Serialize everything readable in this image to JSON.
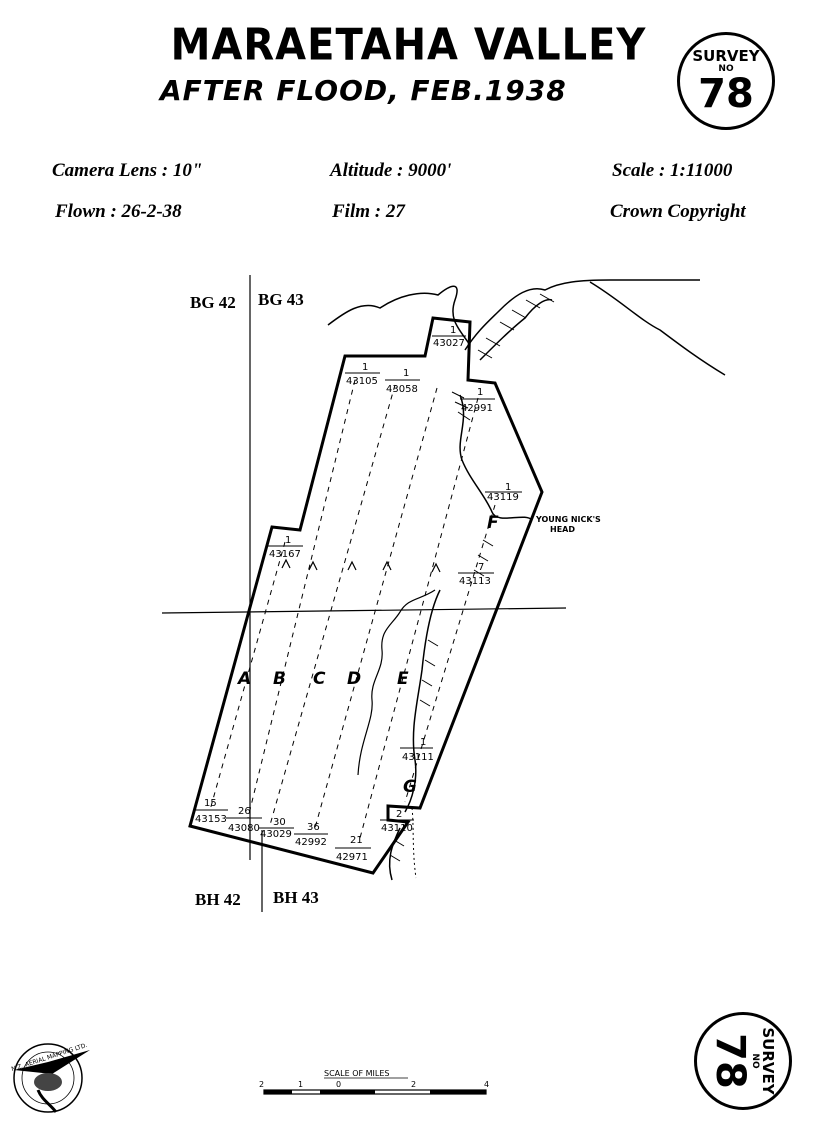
{
  "header": {
    "title": "MARAETAHA VALLEY",
    "subtitle": "AFTER FLOOD, FEB.1938"
  },
  "badge": {
    "line1": "SURVEY",
    "line2": "NO",
    "number": "78"
  },
  "info": {
    "camera_lens": "Camera Lens : 10\"",
    "altitude": "Altitude : 9000'",
    "scale": "Scale : 1:11000",
    "flown": "Flown : 26-2-38",
    "film": "Film : 27",
    "copyright": "Crown Copyright"
  },
  "grid": {
    "top_left": "BG 42",
    "top_right": "BG 43",
    "bottom_left": "BH 42",
    "bottom_right": "BH 43"
  },
  "map": {
    "place_label_1": "YOUNG NICK'S",
    "place_label_2": "HEAD",
    "runs": [
      "A",
      "B",
      "C",
      "D",
      "E",
      "F",
      "G"
    ],
    "photo_labels": [
      {
        "frame": "1",
        "photo": "43027"
      },
      {
        "frame": "1",
        "photo": "43105"
      },
      {
        "frame": "1",
        "photo": "43058"
      },
      {
        "frame": "1",
        "photo": "42991"
      },
      {
        "frame": "1",
        "photo": "43119"
      },
      {
        "frame": "1",
        "photo": "43167"
      },
      {
        "frame": "7",
        "photo": "43113"
      },
      {
        "frame": "1",
        "photo": "43111"
      },
      {
        "frame": "2",
        "photo": "43110"
      },
      {
        "frame": "15",
        "photo": "43153"
      },
      {
        "frame": "26",
        "photo": "43080"
      },
      {
        "frame": "30",
        "photo": "43029"
      },
      {
        "frame": "36",
        "photo": "42992"
      },
      {
        "frame": "21",
        "photo": "42971"
      }
    ]
  },
  "scalebar": {
    "title": "SCALE OF MILES",
    "ticks": [
      "2",
      "1",
      "0",
      "2",
      "4"
    ]
  },
  "logo": {
    "text": "N.Z. AERIAL MAPPING LTD."
  }
}
